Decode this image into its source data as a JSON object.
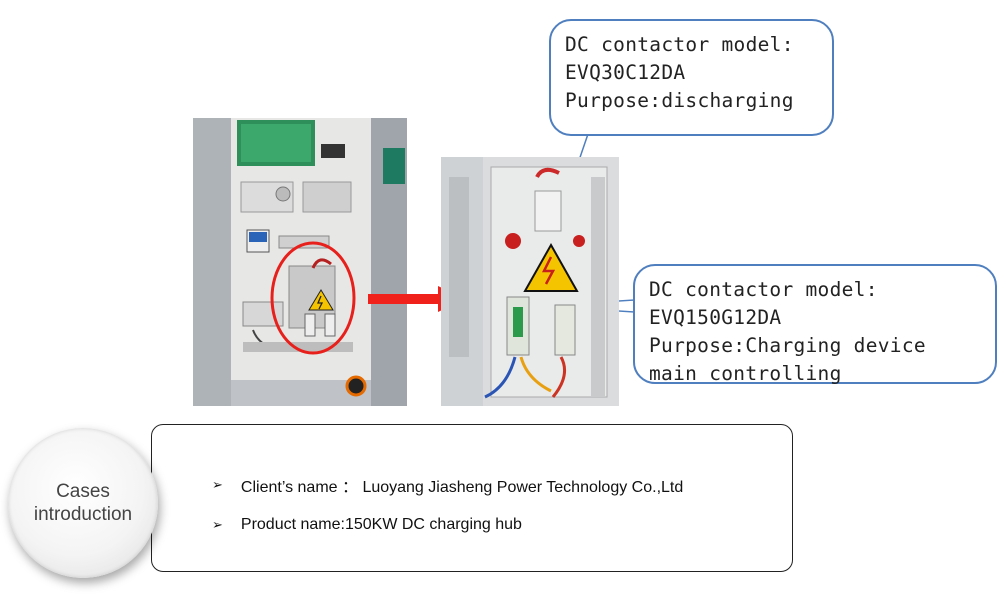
{
  "callout_top": {
    "line1": "DC contactor model:",
    "line2": "EVQ30C12DA",
    "line3": "Purpose:discharging"
  },
  "callout_bottom": {
    "line1": "DC contactor model:",
    "line2": "EVQ150G12DA",
    "line3": "Purpose:Charging device",
    "line4": "main controlling"
  },
  "case_badge": {
    "line1": "Cases",
    "line2": "introduction"
  },
  "info": {
    "bullet_icon": "arrow-bullet-icon",
    "client": "Client’s name ： Luoyang Jiasheng Power Technology Co.,Ltd",
    "product": "Product name:150KW DC charging hub"
  },
  "colors": {
    "callout_border": "#4f7fbf",
    "highlight": "#e8201c",
    "arrow": "#f0201a",
    "warning": "#f5c400"
  }
}
